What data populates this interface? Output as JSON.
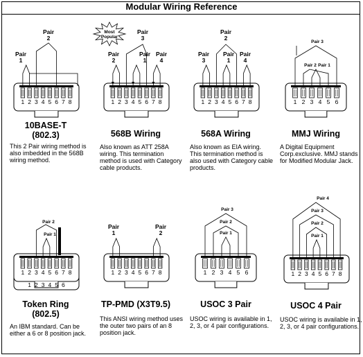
{
  "title": "Modular Wiring Reference",
  "cards": [
    {
      "caption": "10BASE-T",
      "sub": "(802.3)",
      "desc": "This 2 Pair wiring method is also imbedded in the  568B wiring method.",
      "pins": 8,
      "pin_labels": [
        "1",
        "2",
        "3",
        "4",
        "5",
        "6",
        "7",
        "8"
      ],
      "pair_labels": [
        "Pair 1",
        "Pair 2"
      ]
    },
    {
      "caption": "568B Wiring",
      "sub": "",
      "desc": "Also known as ATT 258A wiring.  This termination method is used with Category cable products.",
      "badge": "Most Popular",
      "pins": 8,
      "pin_labels": [
        "1",
        "2",
        "3",
        "4",
        "5",
        "6",
        "7",
        "8"
      ],
      "pair_labels": [
        "Pair 2",
        "Pair 3",
        "Pair 1",
        "Pair 4"
      ]
    },
    {
      "caption": "568A Wiring",
      "sub": "",
      "desc": "Also known as EIA wiring.  This termination method is also used with Category cable products.",
      "pins": 8,
      "pin_labels": [
        "1",
        "2",
        "3",
        "4",
        "5",
        "6",
        "7",
        "8"
      ],
      "pair_labels": [
        "Pair 3",
        "Pair 2",
        "Pair 1",
        "Pair 4"
      ]
    },
    {
      "caption": "MMJ Wiring",
      "sub": "",
      "desc": "A Digital Equipment Corp.exclusive.  MMJ stands for Modified Modular Jack.",
      "pins": 6,
      "pin_labels": [
        "1",
        "2",
        "3",
        "4",
        "5",
        "6"
      ],
      "pair_labels": [
        "Pair 3",
        "Pair 2",
        "Pair 1"
      ]
    },
    {
      "caption": "Token Ring",
      "sub": "(802.5)",
      "desc": "An IBM standard.  Can be either a 6 or 8 position jack.",
      "pins": 8,
      "pin_labels": [
        "1",
        "2",
        "3",
        "4",
        "5",
        "6",
        "7",
        "8"
      ],
      "pin_labels_inner": [
        "1",
        "2",
        "3",
        "4",
        "5",
        "6"
      ],
      "pair_labels": [
        "Pair 2",
        "Pair 1"
      ]
    },
    {
      "caption": "TP-PMD (X3T9.5)",
      "sub": "",
      "desc": "This ANSI wiring method uses the outer two pairs of an 8 position jack.",
      "pins": 8,
      "pin_labels": [
        "1",
        "2",
        "3",
        "4",
        "5",
        "6",
        "7",
        "8"
      ],
      "pair_labels": [
        "Pair 1",
        "Pair 2"
      ]
    },
    {
      "caption": "USOC 3 Pair",
      "sub": "",
      "desc": "USOC wiring is available in 1, 2, 3, or 4 pair configurations.",
      "pins": 6,
      "pin_labels": [
        "1",
        "2",
        "3",
        "4",
        "5",
        "6"
      ],
      "pair_labels": [
        "Pair 3",
        "Pair 2",
        "Pair 1"
      ]
    },
    {
      "caption": "USOC 4 Pair",
      "sub": "",
      "desc": "USOC wiring is available in 1, 2, 3, or 4 pair configurations.",
      "pins": 8,
      "pin_labels": [
        "1",
        "2",
        "3",
        "4",
        "5",
        "6",
        "7",
        "8"
      ],
      "pair_labels": [
        "Pair 4",
        "Pair 3",
        "Pair 2",
        "Pair 1"
      ]
    }
  ]
}
